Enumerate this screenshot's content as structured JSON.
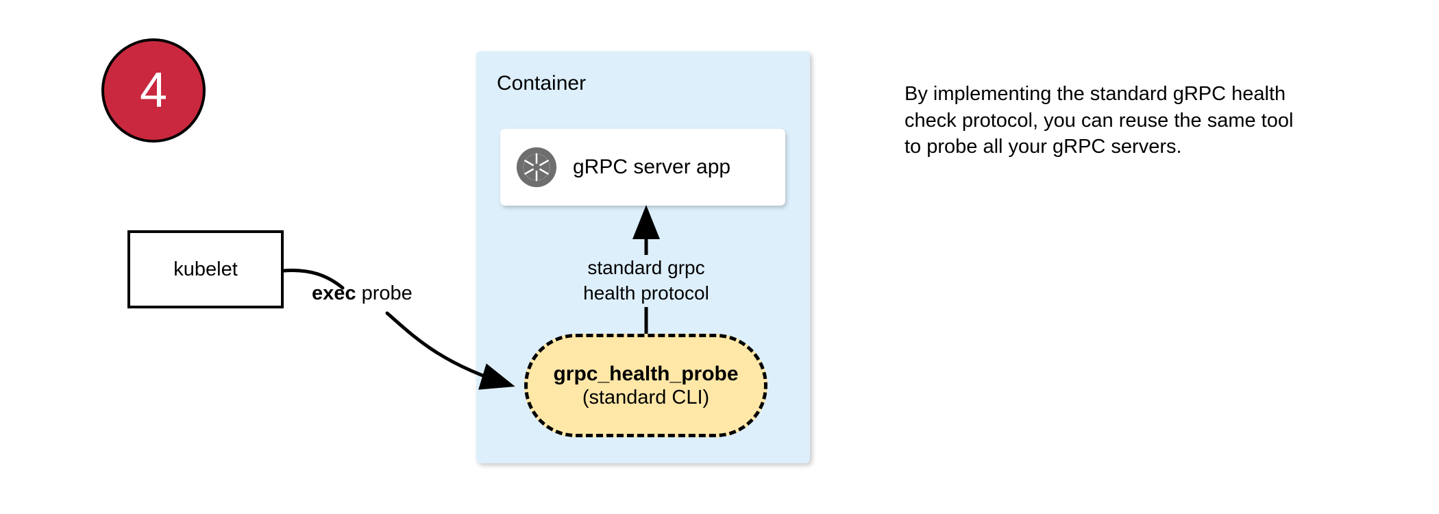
{
  "step": {
    "number": "4",
    "badge_fill": "#c9283e",
    "badge_stroke": "#000000",
    "number_color": "#ffffff"
  },
  "kubelet": {
    "label": "kubelet",
    "fill": "#ffffff",
    "stroke": "#000000"
  },
  "container": {
    "title": "Container",
    "fill": "#ddeffb"
  },
  "server_app": {
    "label": "gRPC server app",
    "icon": "aperture-icon",
    "icon_color": "#6e6e6e",
    "fill": "#ffffff"
  },
  "probe": {
    "title": "grpc_health_probe",
    "subtitle": "(standard CLI)",
    "fill": "#ffe7a8",
    "stroke": "#000000",
    "stroke_style": "dashed"
  },
  "edges": {
    "exec_probe_bold": "exec",
    "exec_probe_rest": " probe",
    "protocol_line1": "standard grpc",
    "protocol_line2": "health protocol"
  },
  "note": {
    "text": "By implementing the standard gRPC health check protocol, you can reuse the same tool to probe all your gRPC servers."
  }
}
